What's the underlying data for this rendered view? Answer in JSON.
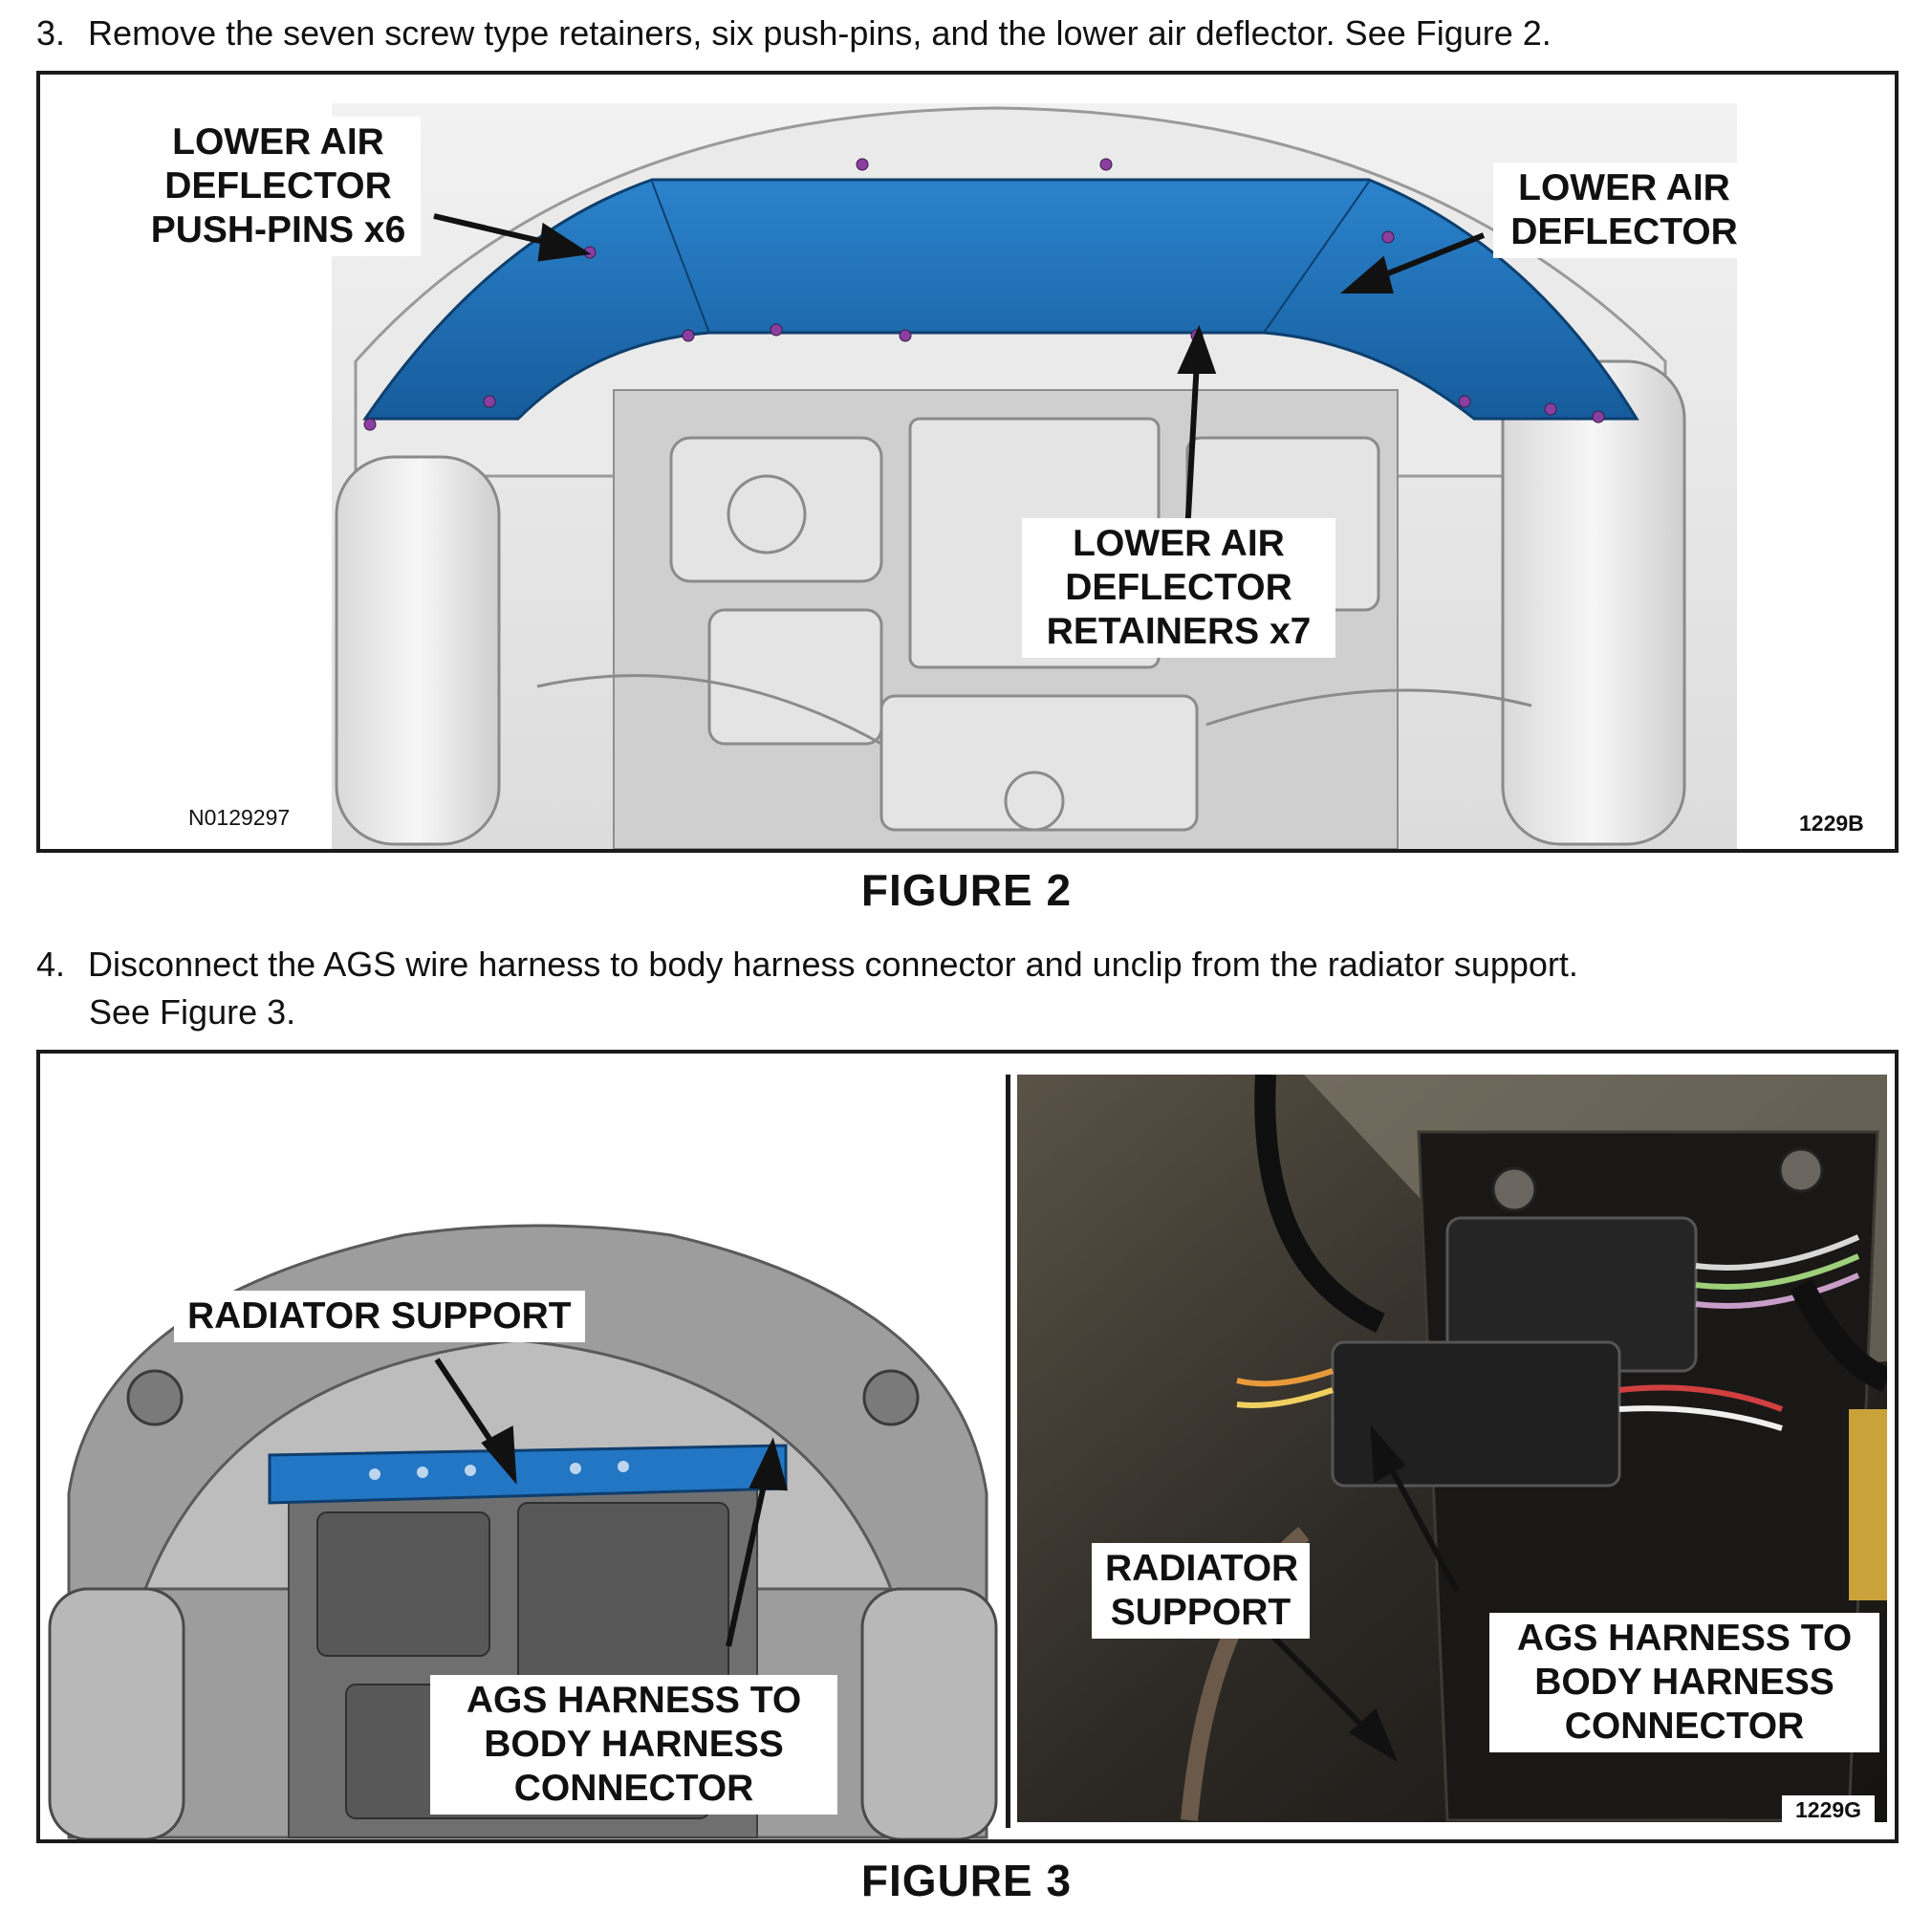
{
  "step3": {
    "number": "3.",
    "text": "Remove the seven screw type retainers, six push-pins, and the lower air deflector.  See Figure 2."
  },
  "figure2": {
    "caption": "FIGURE 2",
    "labels": {
      "push_pins": "LOWER AIR\nDEFLECTOR\nPUSH-PINS x6",
      "deflector": "LOWER AIR\nDEFLECTOR",
      "retainers": "LOWER AIR\nDEFLECTOR\nRETAINERS x7"
    },
    "code_left": "N0129297",
    "code_right": "1229B"
  },
  "step4": {
    "number": "4.",
    "line1": "Disconnect the AGS wire harness to body harness connector and unclip from the radiator support.",
    "line2": "See Figure 3."
  },
  "figure3": {
    "caption": "FIGURE 3",
    "left_labels": {
      "radiator_support": "RADIATOR SUPPORT",
      "ags_connector": "AGS HARNESS TO\nBODY HARNESS\nCONNECTOR"
    },
    "right_labels": {
      "radiator_support": "RADIATOR\nSUPPORT",
      "ags_connector": "AGS HARNESS TO\nBODY HARNESS\nCONNECTOR"
    },
    "code_right": "1229G"
  },
  "colors": {
    "deflector_blue": "#1f6fb5",
    "frame": "#1a1a1a",
    "pin_purple": "#8a3fa0"
  }
}
